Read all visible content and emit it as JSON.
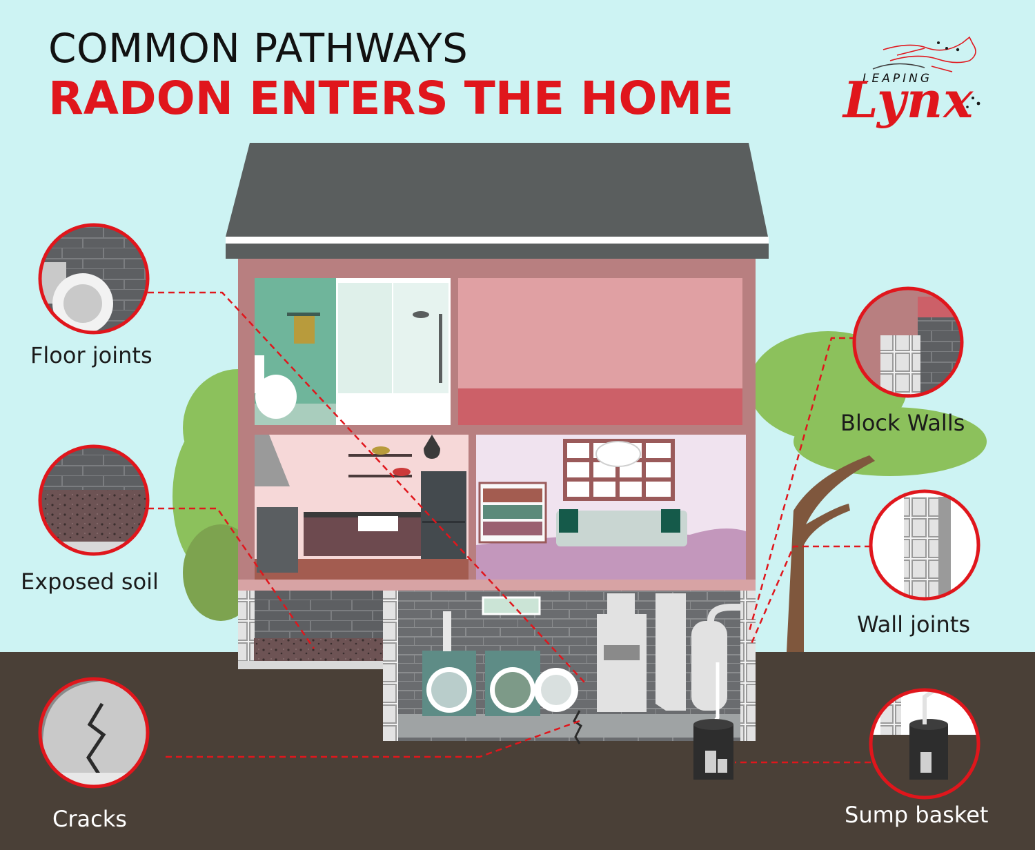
{
  "title": {
    "line1": "COMMON PATHWAYS",
    "line2": "RADON ENTERS THE HOME"
  },
  "logo": {
    "tagline": "LEAPING",
    "name": "Lynx"
  },
  "pathways": [
    {
      "label": "Floor joints"
    },
    {
      "label": "Exposed soil"
    },
    {
      "label": "Cracks"
    },
    {
      "label": "Block Walls"
    },
    {
      "label": "Wall joints"
    },
    {
      "label": "Sump basket"
    }
  ],
  "colors": {
    "sky": "#cdf3f3",
    "ground": "#4a4037",
    "roof": "#5a5e5e",
    "house": "#b87f80",
    "accent_red": "#e0161c",
    "tree": "#8cc15c"
  }
}
